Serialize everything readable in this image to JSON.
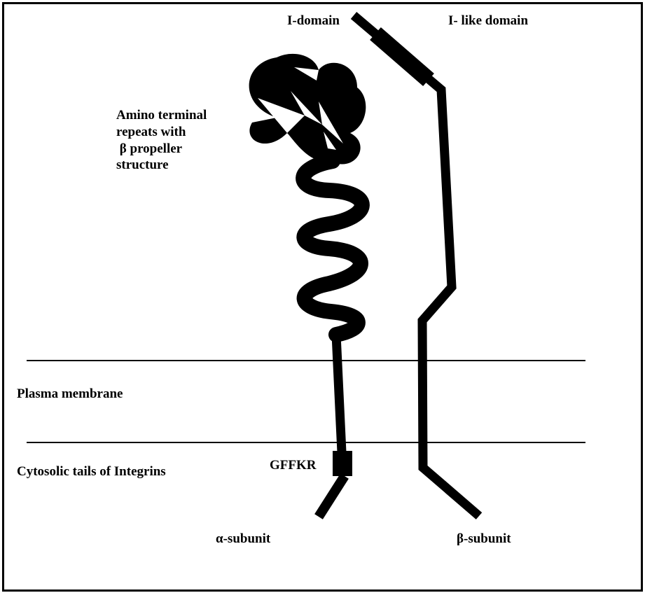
{
  "labels": {
    "i_domain": "I-domain",
    "i_like_domain": "I- like domain",
    "amino_terminal": [
      "Amino terminal",
      "repeats with",
      " β propeller",
      "structure"
    ],
    "plasma_membrane": "Plasma membrane",
    "cytosolic_tails": "Cytosolic tails of Integrins",
    "gffkr": "GFFKR",
    "alpha_subunit": "α-subunit",
    "beta_subunit": "β-subunit"
  },
  "colors": {
    "ink": "#000000",
    "background": "#ffffff"
  }
}
